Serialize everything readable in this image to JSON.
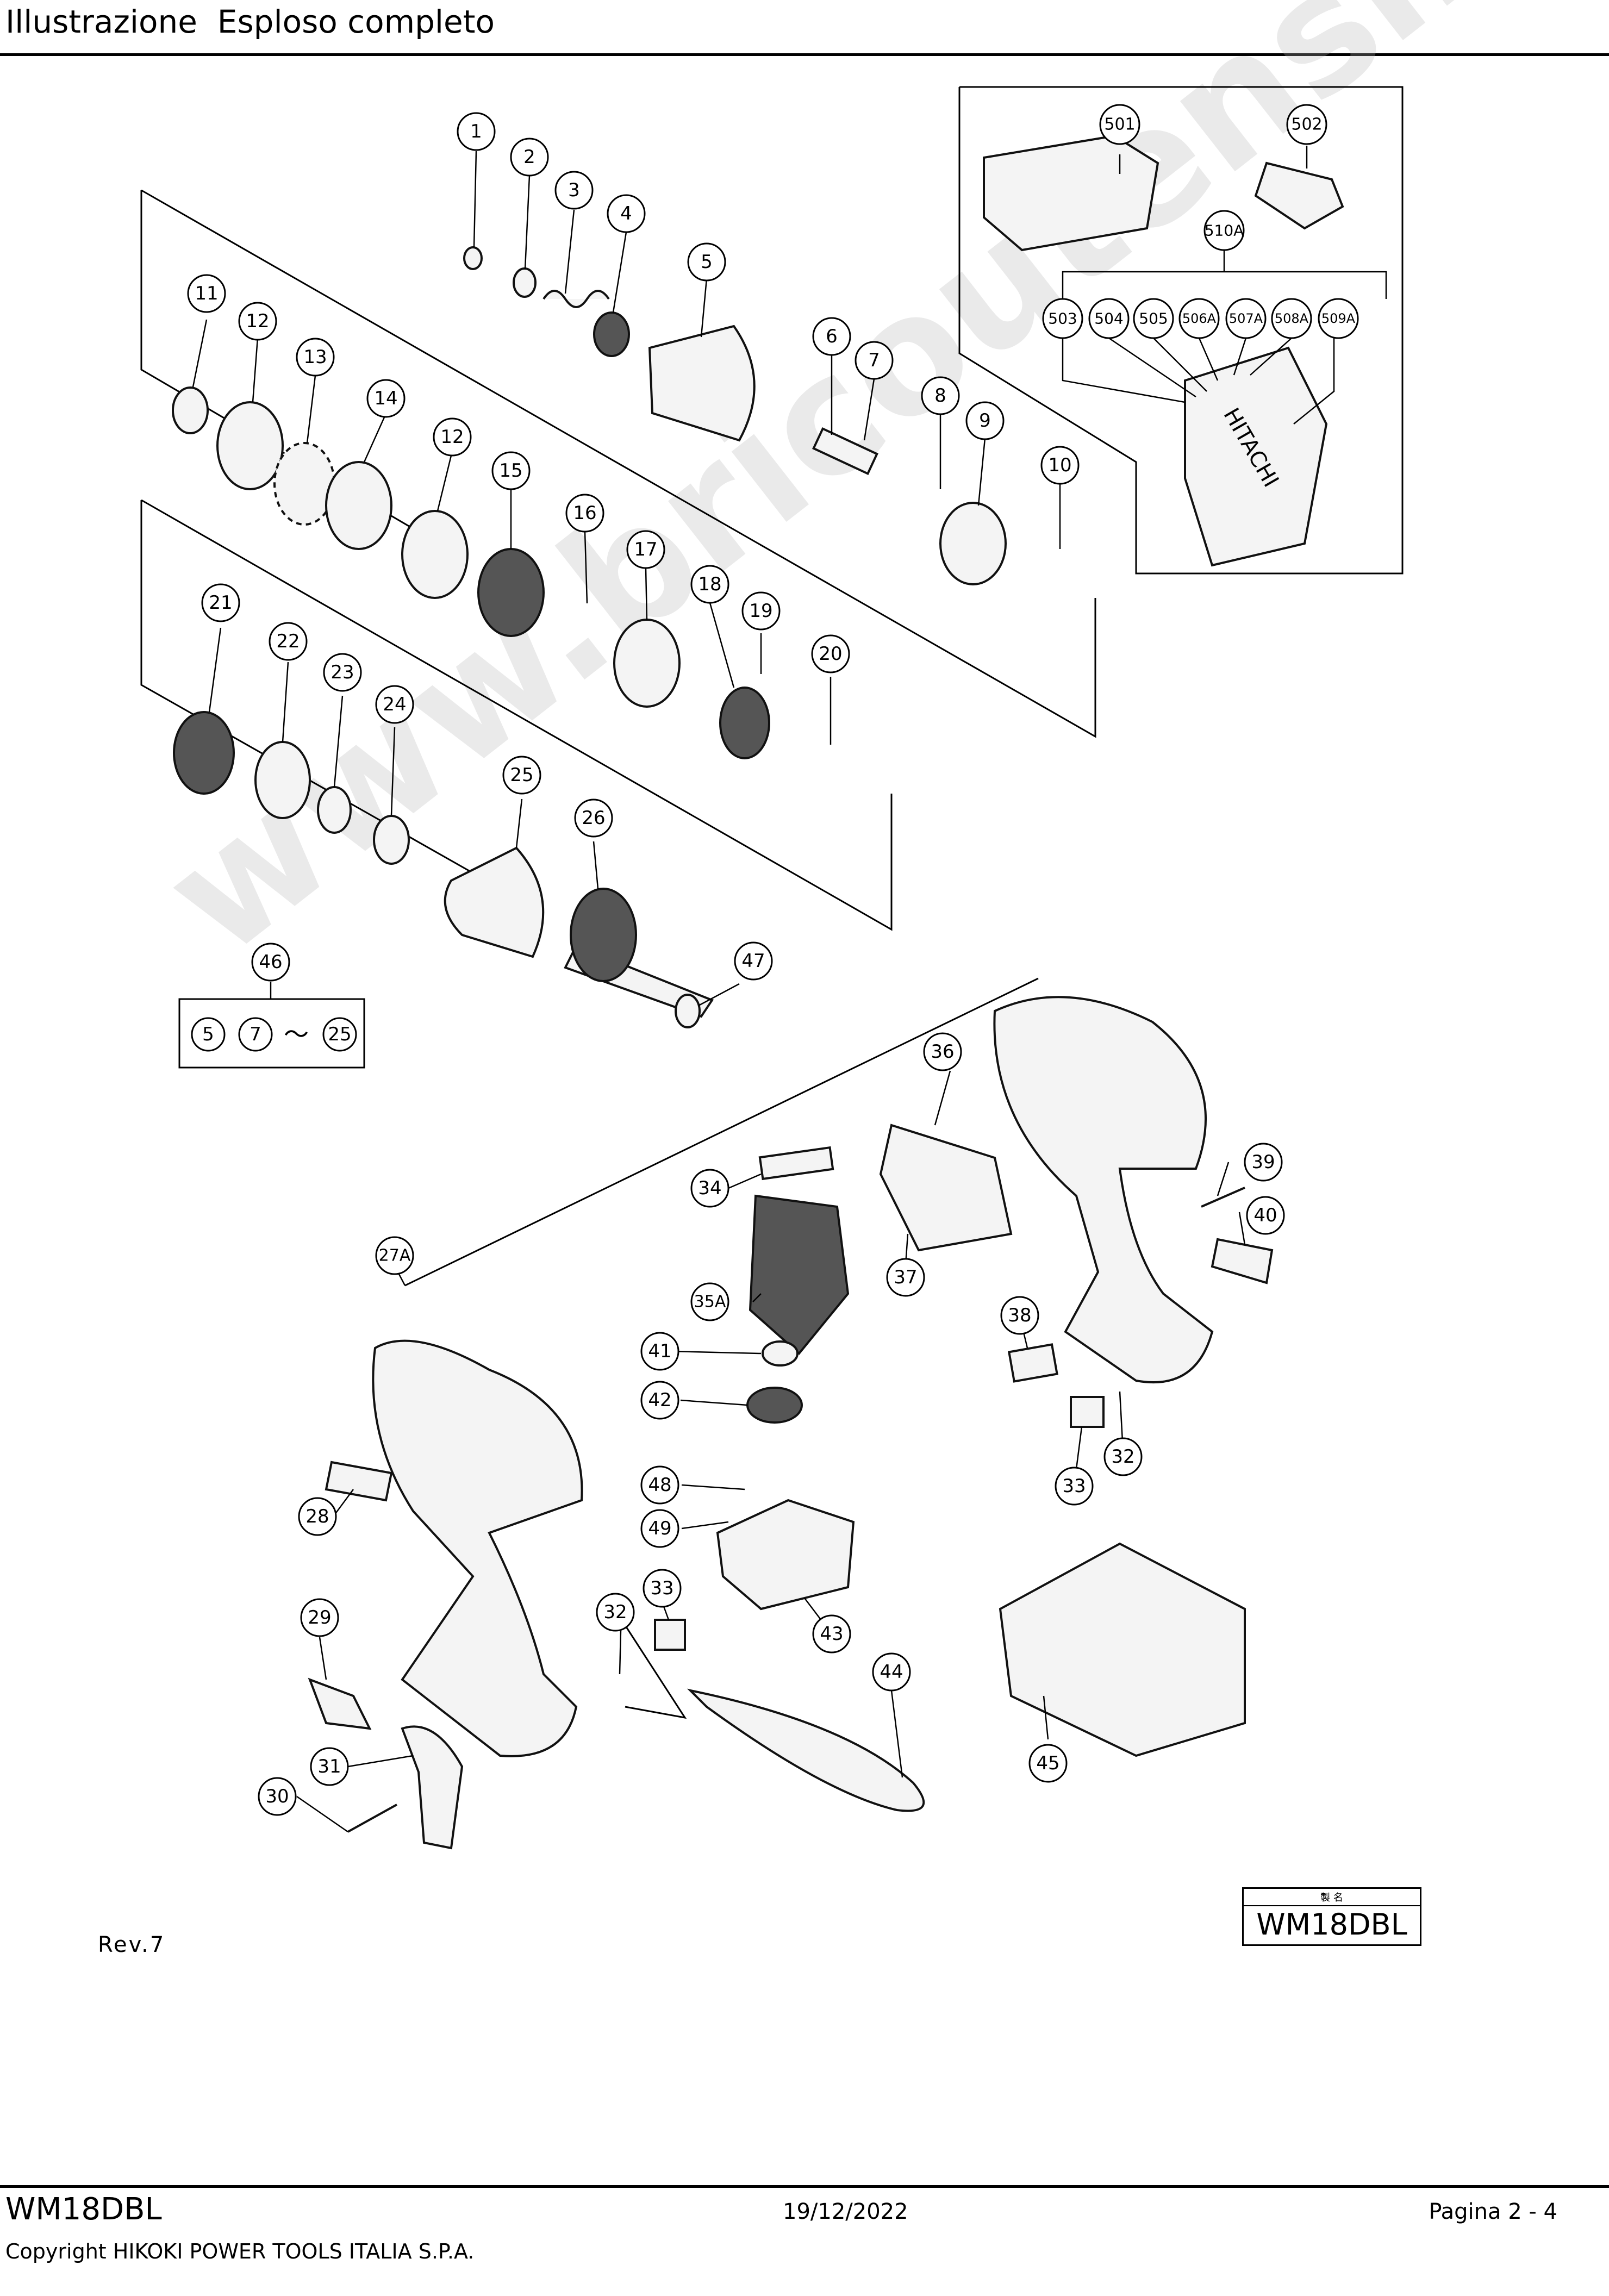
{
  "header": {
    "title": "Illustrazione  Esploso completo"
  },
  "watermark": "www.bricoutensili.com",
  "callouts": {
    "c1": "1",
    "c2": "2",
    "c3": "3",
    "c4": "4",
    "c5": "5",
    "c6": "6",
    "c7": "7",
    "c8": "8",
    "c9": "9",
    "c10": "10",
    "c11": "11",
    "c12a": "12",
    "c12b": "12",
    "c13": "13",
    "c14": "14",
    "c15": "15",
    "c16": "16",
    "c17": "17",
    "c18": "18",
    "c19": "19",
    "c20": "20",
    "c21": "21",
    "c22": "22",
    "c23": "23",
    "c24": "24",
    "c25": "25",
    "c26": "26",
    "c27A": "27A",
    "c28": "28",
    "c29": "29",
    "c30": "30",
    "c31": "31",
    "c32a": "32",
    "c32b": "32",
    "c33a": "33",
    "c33b": "33",
    "c34": "34",
    "c35A": "35A",
    "c36": "36",
    "c37": "37",
    "c38": "38",
    "c39": "39",
    "c40": "40",
    "c41": "41",
    "c42": "42",
    "c43": "43",
    "c44": "44",
    "c45": "45",
    "c46": "46",
    "c47": "47",
    "c48": "48",
    "c49": "49",
    "c501": "501",
    "c502": "502",
    "c510A": "510A",
    "c503": "503",
    "c504": "504",
    "c505": "505",
    "c506A": "506A",
    "c507A": "507A",
    "c508A": "508A",
    "c509A": "509A"
  },
  "assembly_set": {
    "a": "5",
    "b": "7",
    "tilde": "〜",
    "c": "25"
  },
  "case_brand": "HITACHI",
  "revision": "Rev.7",
  "model_box": {
    "small": "製 名",
    "model": "WM18DBL"
  },
  "footer": {
    "model": "WM18DBL",
    "date": "19/12/2022",
    "page": "Pagina 2 - 4",
    "copyright": "Copyright HIKOKI POWER TOOLS ITALIA S.P.A."
  }
}
